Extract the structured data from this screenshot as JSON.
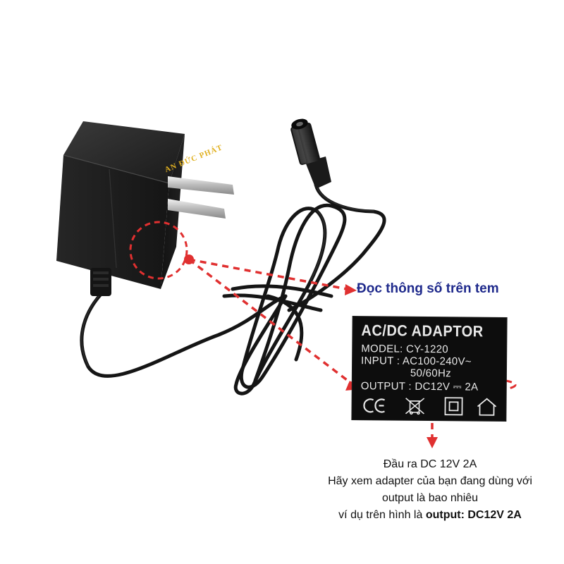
{
  "brand_watermark": "AN ĐỨC PHÁT",
  "callout_read_label": "Đọc thông số trên tem",
  "sticker": {
    "title": "AC/DC ADAPTOR",
    "model": "MODEL: CY-1220",
    "input": "INPUT : AC100-240V~",
    "frequency": "50/60Hz",
    "output": "OUTPUT : DC12V ⎓ 2A",
    "icons": [
      "ce-mark-icon",
      "weee-bin-icon",
      "double-insulation-icon",
      "indoor-use-house-icon"
    ]
  },
  "caption": {
    "line1": "Đầu ra DC 12V 2A",
    "line2": "Hãy xem adapter của bạn đang dùng với",
    "line3": "output là bao nhiêu",
    "line4_prefix": "ví dụ trên hình là ",
    "line4_bold": "output: DC12V 2A"
  },
  "colors": {
    "callout_red": "#e03030",
    "label_blue": "#1f2a8c",
    "adapter_black": "#1b1b1b",
    "sticker_black": "#0d0d0d",
    "brand_gold": "#e0b020"
  }
}
